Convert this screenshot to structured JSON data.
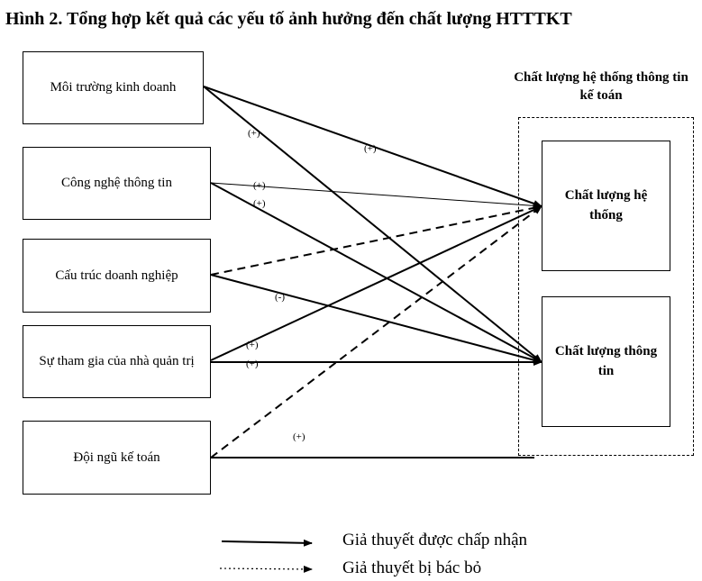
{
  "title": "Hình 2. Tổng hợp kết quả các yếu tố ảnh hưởng đến chất lượng HTTTKT",
  "factors": [
    "Môi trường kinh doanh",
    "Công nghệ thông tin",
    "Cấu trúc doanh nghiệp",
    "Sự tham gia của nhà quản trị",
    "Đội ngũ kế toán"
  ],
  "outcome_group": {
    "title": "Chất lượng hệ thống thông tin kế toán",
    "outcomes": [
      "Chất lượng hệ thống",
      "Chất lượng thông tin"
    ]
  },
  "signs": [
    "(+)",
    "(+)",
    "(+)",
    "(+)",
    "(-)",
    "(+)",
    "(+)",
    "(+)"
  ],
  "legend": {
    "accepted": "Giả thuyết được chấp nhận",
    "rejected": "Giả thuyết bị bác bỏ"
  }
}
